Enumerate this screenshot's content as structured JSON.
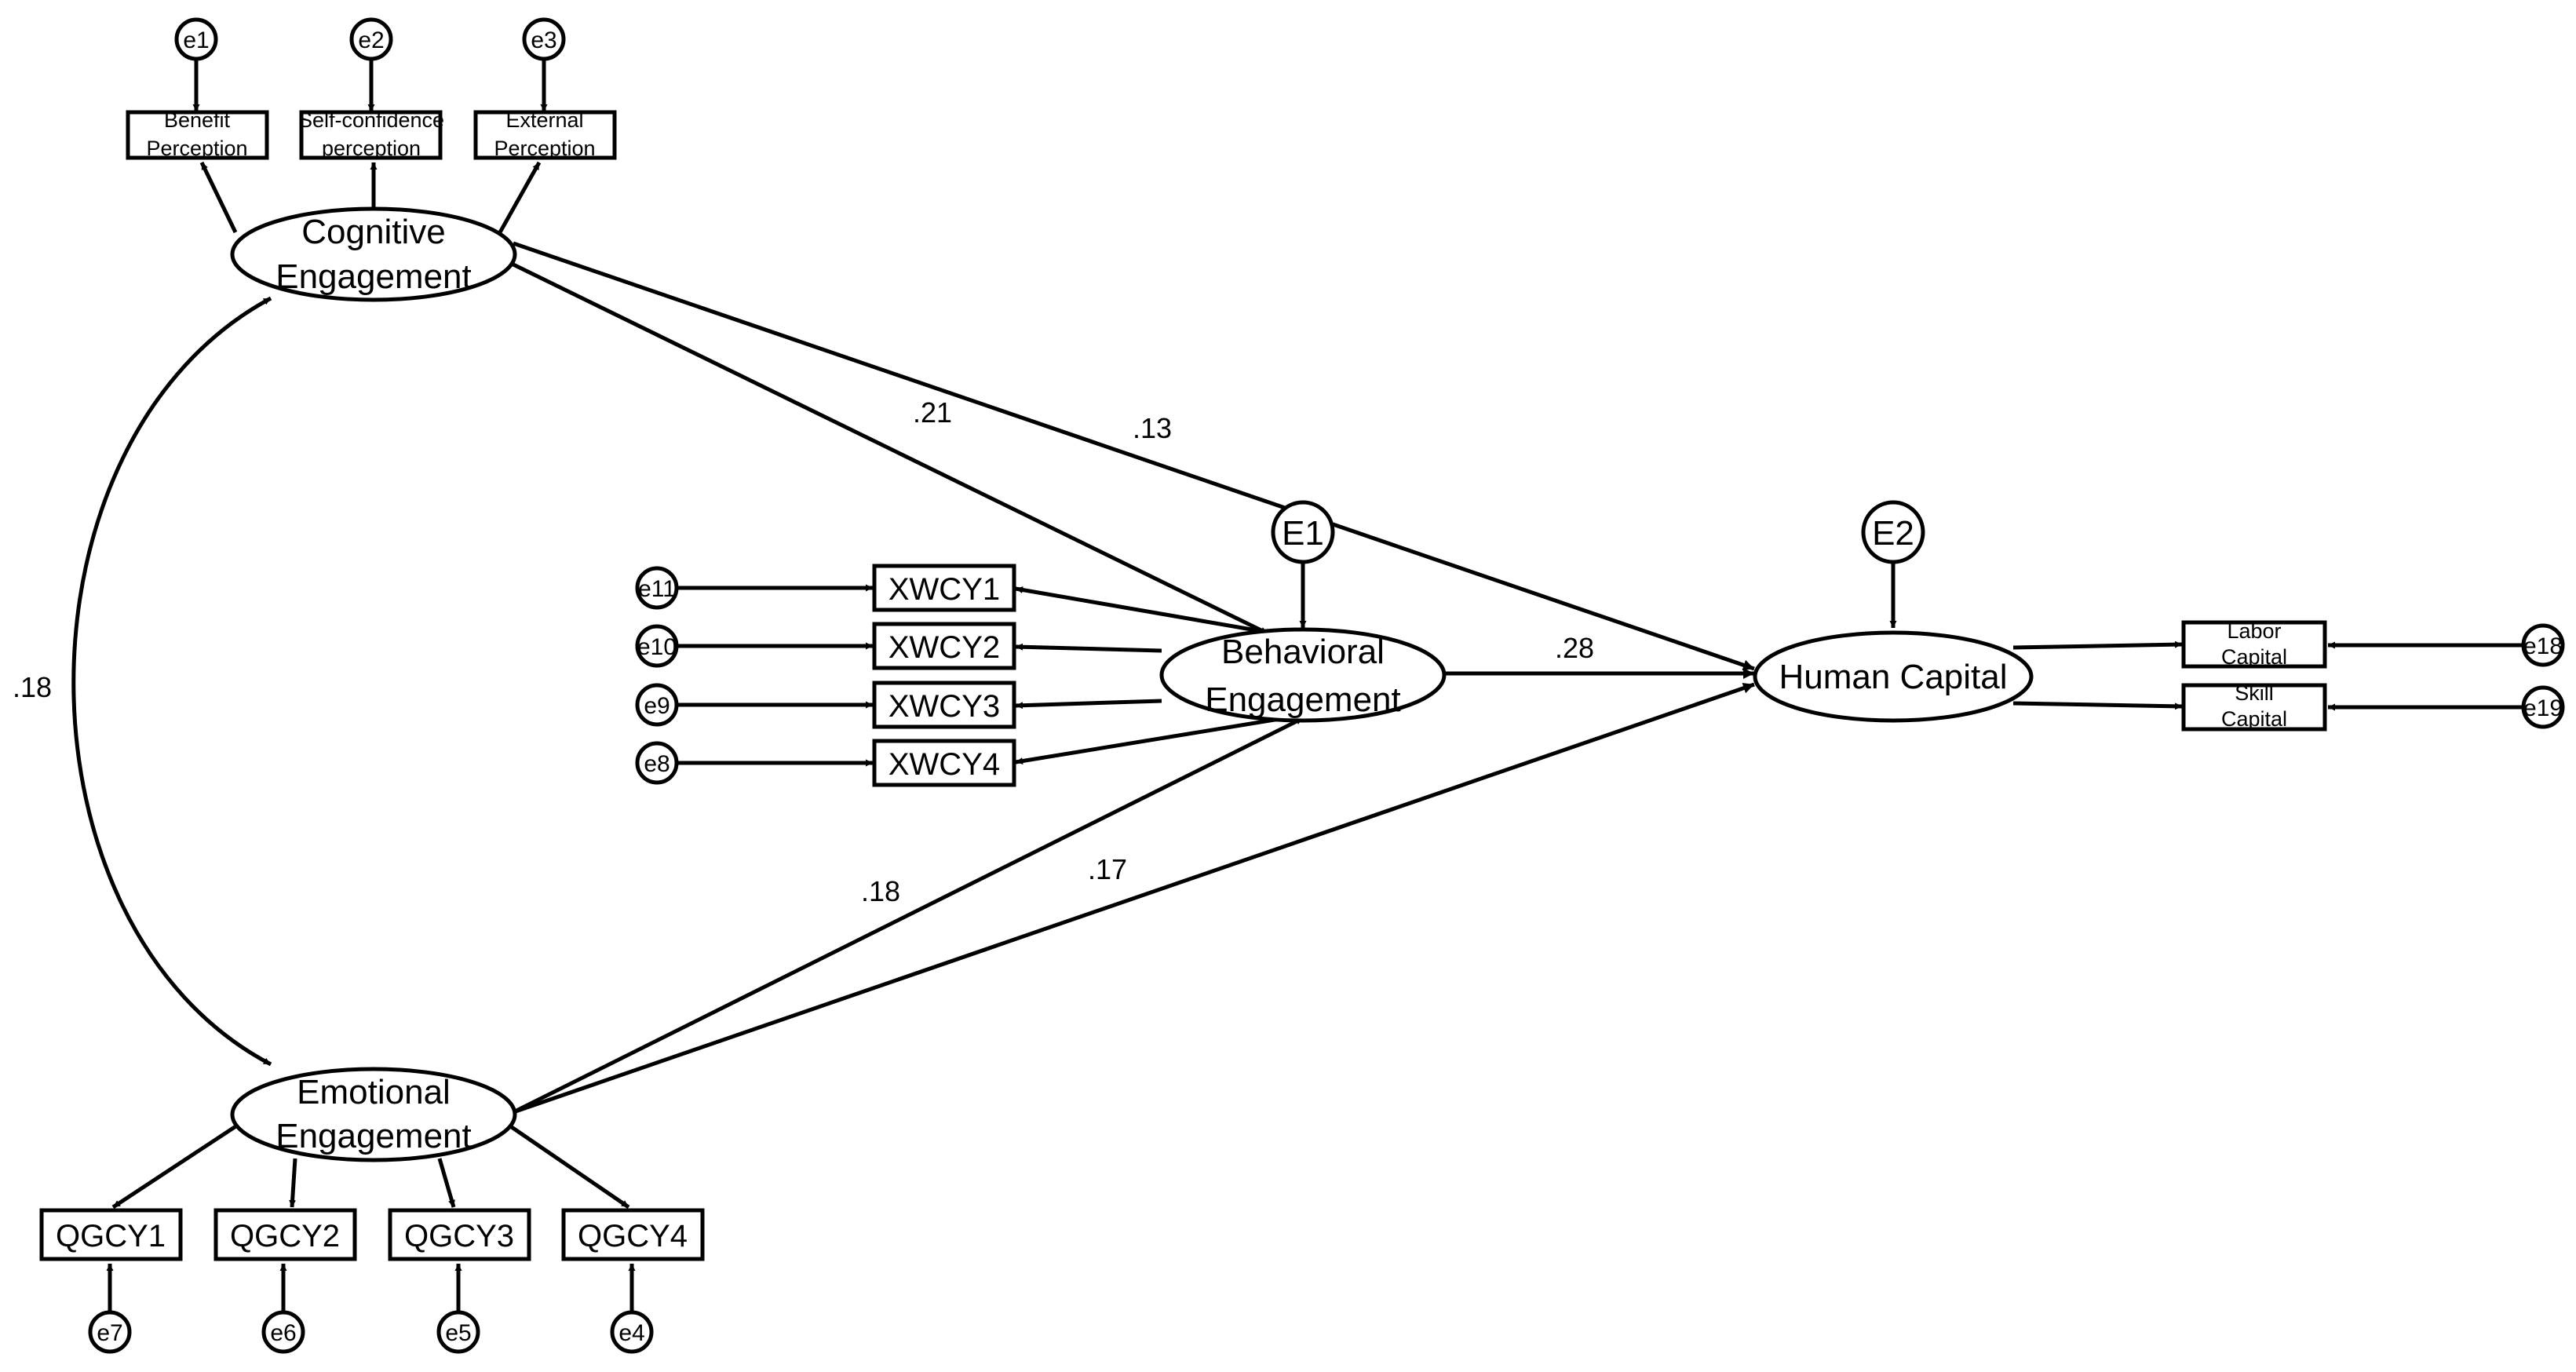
{
  "latents": {
    "cognitive": {
      "line1": "Cognitive",
      "line2": "Engagement"
    },
    "emotional": {
      "line1": "Emotional",
      "line2": "Engagement"
    },
    "behavioral": {
      "line1": "Behavioral",
      "line2": "Engagement"
    },
    "human_capital": {
      "line1": "Human Capital"
    }
  },
  "indicators": {
    "benefit": {
      "line1": "Benefit",
      "line2": "Perception"
    },
    "self_confidence": {
      "line1": "Self-confidence",
      "line2": "perception"
    },
    "external": {
      "line1": "External",
      "line2": "Perception"
    },
    "xwcy1": "XWCY1",
    "xwcy2": "XWCY2",
    "xwcy3": "XWCY3",
    "xwcy4": "XWCY4",
    "qgcy1": "QGCY1",
    "qgcy2": "QGCY2",
    "qgcy3": "QGCY3",
    "qgcy4": "QGCY4",
    "labor": {
      "line1": "Labor",
      "line2": "Capital"
    },
    "skill": {
      "line1": "Skill",
      "line2": "Capital"
    }
  },
  "errors": {
    "e1": "e1",
    "e2": "e2",
    "e3": "e3",
    "e4": "e4",
    "e5": "e5",
    "e6": "e6",
    "e7": "e7",
    "e8": "e8",
    "e9": "e9",
    "e10": "e10",
    "e11": "e11",
    "e18": "e18",
    "e19": "e19",
    "E1": "E1",
    "E2": "E2"
  },
  "coefficients": {
    "cog_emo_cov": ".18",
    "cog_beh": ".21",
    "cog_hc": ".13",
    "beh_hc": ".28",
    "emo_beh": ".18",
    "emo_hc": ".17"
  }
}
